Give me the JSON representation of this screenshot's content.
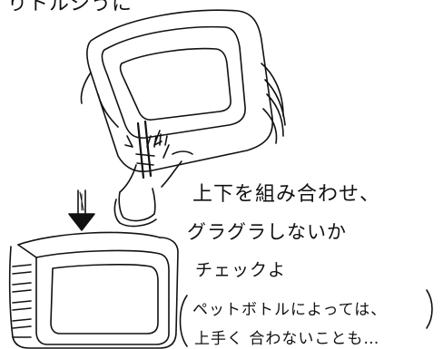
{
  "text": {
    "top_fragment": "りトルシうに",
    "line1": "上下を組み合わせ、",
    "line2": "グラグラしないか",
    "line3": "チェックよ",
    "line4": "ペットボトルによっては、",
    "line5": "上手く 合わないことも…"
  },
  "colors": {
    "ink": "#111111",
    "background": "#ffffff"
  }
}
